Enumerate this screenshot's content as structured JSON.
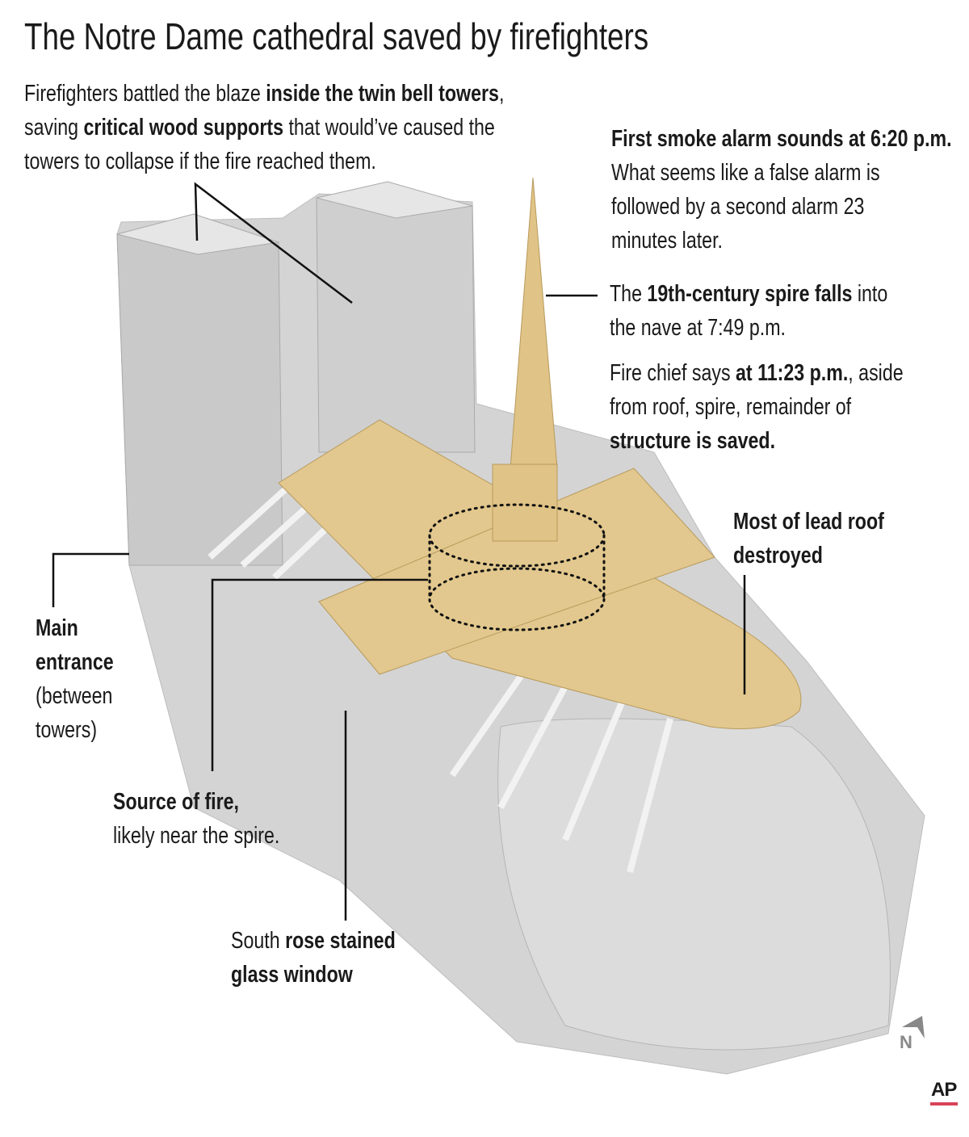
{
  "title": "The Notre Dame cathedral saved by firefighters",
  "intro": {
    "l1a": "Firefighters battled the blaze ",
    "l1b": "inside the twin bell towers",
    "l1c": ",",
    "l2a": "saving ",
    "l2b": "critical wood supports",
    "l2c": " that would’ve caused the",
    "l3": "towers to collapse if the fire reached them."
  },
  "alarm": {
    "heading": "First smoke alarm sounds at 6:20 p.m.",
    "l2": "What seems like a false alarm is",
    "l3": "followed by a second alarm 23",
    "l4": "minutes later."
  },
  "spire": {
    "l1a": "The ",
    "l1b": "19th-century spire falls",
    "l1c": " into",
    "l2": "the nave at 7:49 p.m."
  },
  "chief": {
    "l1a": "Fire chief says ",
    "l1b": "at 11:23 p.m.",
    "l1c": ", aside",
    "l2": "from roof, spire, remainder of",
    "l3": "structure is saved."
  },
  "roof": {
    "l1": "Most of lead roof",
    "l2": "destroyed"
  },
  "entrance": {
    "l1": "Main",
    "l2": "entrance",
    "l3": "(between",
    "l4": "towers)"
  },
  "source": {
    "l1": "Source of fire,",
    "l2": "likely near the spire."
  },
  "rose": {
    "l1a": "South ",
    "l1b": "rose stained",
    "l2": "glass window"
  },
  "compass": "N",
  "credit": "AP",
  "colors": {
    "roof": "#e2c88e",
    "stone": "#d2d2d2",
    "accent": "#d9435a"
  }
}
